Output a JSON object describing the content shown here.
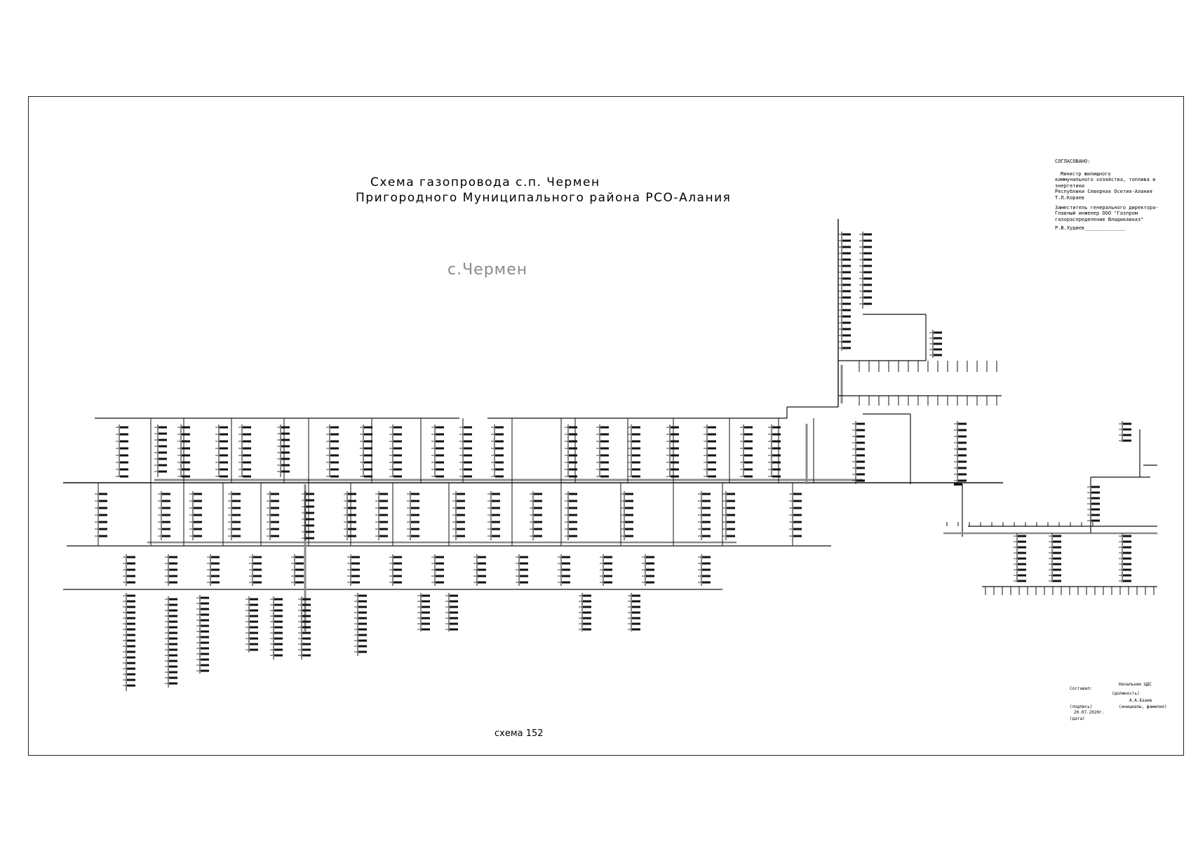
{
  "title": {
    "line1": "Схема газопровода с.п. Чермен",
    "line2": "Пригородного  Муниципального района РСО-Алания"
  },
  "village_label": "с.Чермен",
  "approval": {
    "header": "СОГЛАСОВАНО:",
    "lines": [
      "Министр жилищного",
      "коммунального хозяйства, топлива и",
      "энергетики",
      "Республики Северная Осетия-Алания",
      "Т.Л.Кораев",
      "",
      "Заместитель генерального директора-",
      "Главный инженер ООО \"Газпром",
      "газораспределение Владикавказ\"",
      "Р.В.Худиев______________"
    ]
  },
  "schema_number": "схема 152",
  "stamp": {
    "composed_label": "Составил:",
    "position": "Начальник ЦДС",
    "position_caption": "(должность)",
    "name": "А.А.Бзаев",
    "signature_caption": "(подпись)",
    "name_caption": "(инициалы, фамилия)",
    "date": "20.07.2020г.",
    "date_caption": "(дата)"
  },
  "colors": {
    "line": "#111111",
    "main_pipe": "#8a8a8a",
    "label_gray": "#8a8a8a"
  }
}
